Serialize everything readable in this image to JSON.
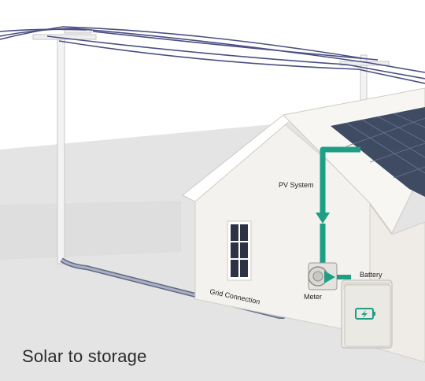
{
  "caption": "Solar to storage",
  "labels": {
    "pv_system": "PV System",
    "grid_connection": "Grid Connection",
    "meter": "Meter",
    "battery": "Battery"
  },
  "colors": {
    "pv_flow": "#1f9e86",
    "grid_conduit": "#8d94a8",
    "panel": "#3f4a63",
    "house_wall": "#f4f2ee",
    "roof": "#f7f6f3",
    "power_line": "#4b4f82"
  },
  "icons": {
    "battery": "battery-charging-icon"
  }
}
